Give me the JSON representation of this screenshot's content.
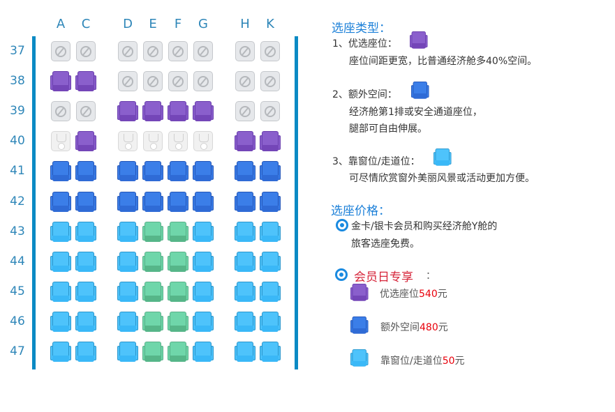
{
  "seat_map": {
    "columns": [
      "A",
      "C",
      "D",
      "E",
      "F",
      "G",
      "H",
      "K"
    ],
    "rows": [
      {
        "row": "37",
        "seats": [
          "blocked",
          "blocked",
          "blocked",
          "blocked",
          "blocked",
          "blocked",
          "blocked",
          "blocked"
        ]
      },
      {
        "row": "38",
        "seats": [
          "purple",
          "purple",
          "blocked",
          "blocked",
          "blocked",
          "blocked",
          "blocked",
          "blocked"
        ]
      },
      {
        "row": "39",
        "seats": [
          "blocked",
          "blocked",
          "purple",
          "purple",
          "purple",
          "purple",
          "blocked",
          "blocked"
        ]
      },
      {
        "row": "40",
        "seats": [
          "occupied",
          "purple",
          "occupied",
          "occupied",
          "occupied",
          "occupied",
          "purple",
          "purple"
        ]
      },
      {
        "row": "41",
        "seats": [
          "blue",
          "blue",
          "blue",
          "blue",
          "blue",
          "blue",
          "blue",
          "blue"
        ]
      },
      {
        "row": "42",
        "seats": [
          "blue",
          "blue",
          "blue",
          "blue",
          "blue",
          "blue",
          "blue",
          "blue"
        ]
      },
      {
        "row": "43",
        "seats": [
          "cyan",
          "cyan",
          "cyan",
          "green",
          "green",
          "cyan",
          "cyan",
          "cyan"
        ]
      },
      {
        "row": "44",
        "seats": [
          "cyan",
          "cyan",
          "cyan",
          "green",
          "green",
          "cyan",
          "cyan",
          "cyan"
        ]
      },
      {
        "row": "45",
        "seats": [
          "cyan",
          "cyan",
          "cyan",
          "green",
          "green",
          "cyan",
          "cyan",
          "cyan"
        ]
      },
      {
        "row": "46",
        "seats": [
          "cyan",
          "cyan",
          "cyan",
          "green",
          "green",
          "cyan",
          "cyan",
          "cyan"
        ]
      },
      {
        "row": "47",
        "seats": [
          "cyan",
          "cyan",
          "cyan",
          "green",
          "green",
          "cyan",
          "cyan",
          "cyan"
        ]
      }
    ]
  },
  "legend": {
    "title": "选座类型：",
    "item1_label": "1、优选座位：",
    "item1_desc": "座位间距更宽，比普通经济舱多40%空间。",
    "item2_label": "2、额外空间：",
    "item2_desc1": "经济舱第1排或安全通道座位，",
    "item2_desc2": "腿部可自由伸展。",
    "item3_label": "3、靠窗位/走道位：",
    "item3_desc": "可尽情欣赏窗外美丽风景或活动更加方便。"
  },
  "pricing": {
    "title": "选座价格：",
    "free_line1": "金卡/银卡会员和购买经济舱Y舱的",
    "free_line2": "旅客选座免费。",
    "member_day": "会员日专享",
    "colon": "：",
    "items": [
      {
        "name": "优选座位",
        "price": "540",
        "unit": "元"
      },
      {
        "name": "额外空间",
        "price": "480",
        "unit": "元"
      },
      {
        "name": "靠窗位/走道位",
        "price": "50",
        "unit": "元"
      }
    ]
  },
  "colors": {
    "accent": "#1a7fd8",
    "price": "#e8000b",
    "purple": "#8a5fcc",
    "blue": "#3b7ee8",
    "cyan": "#4ec3fb",
    "green": "#6fd6aa"
  }
}
